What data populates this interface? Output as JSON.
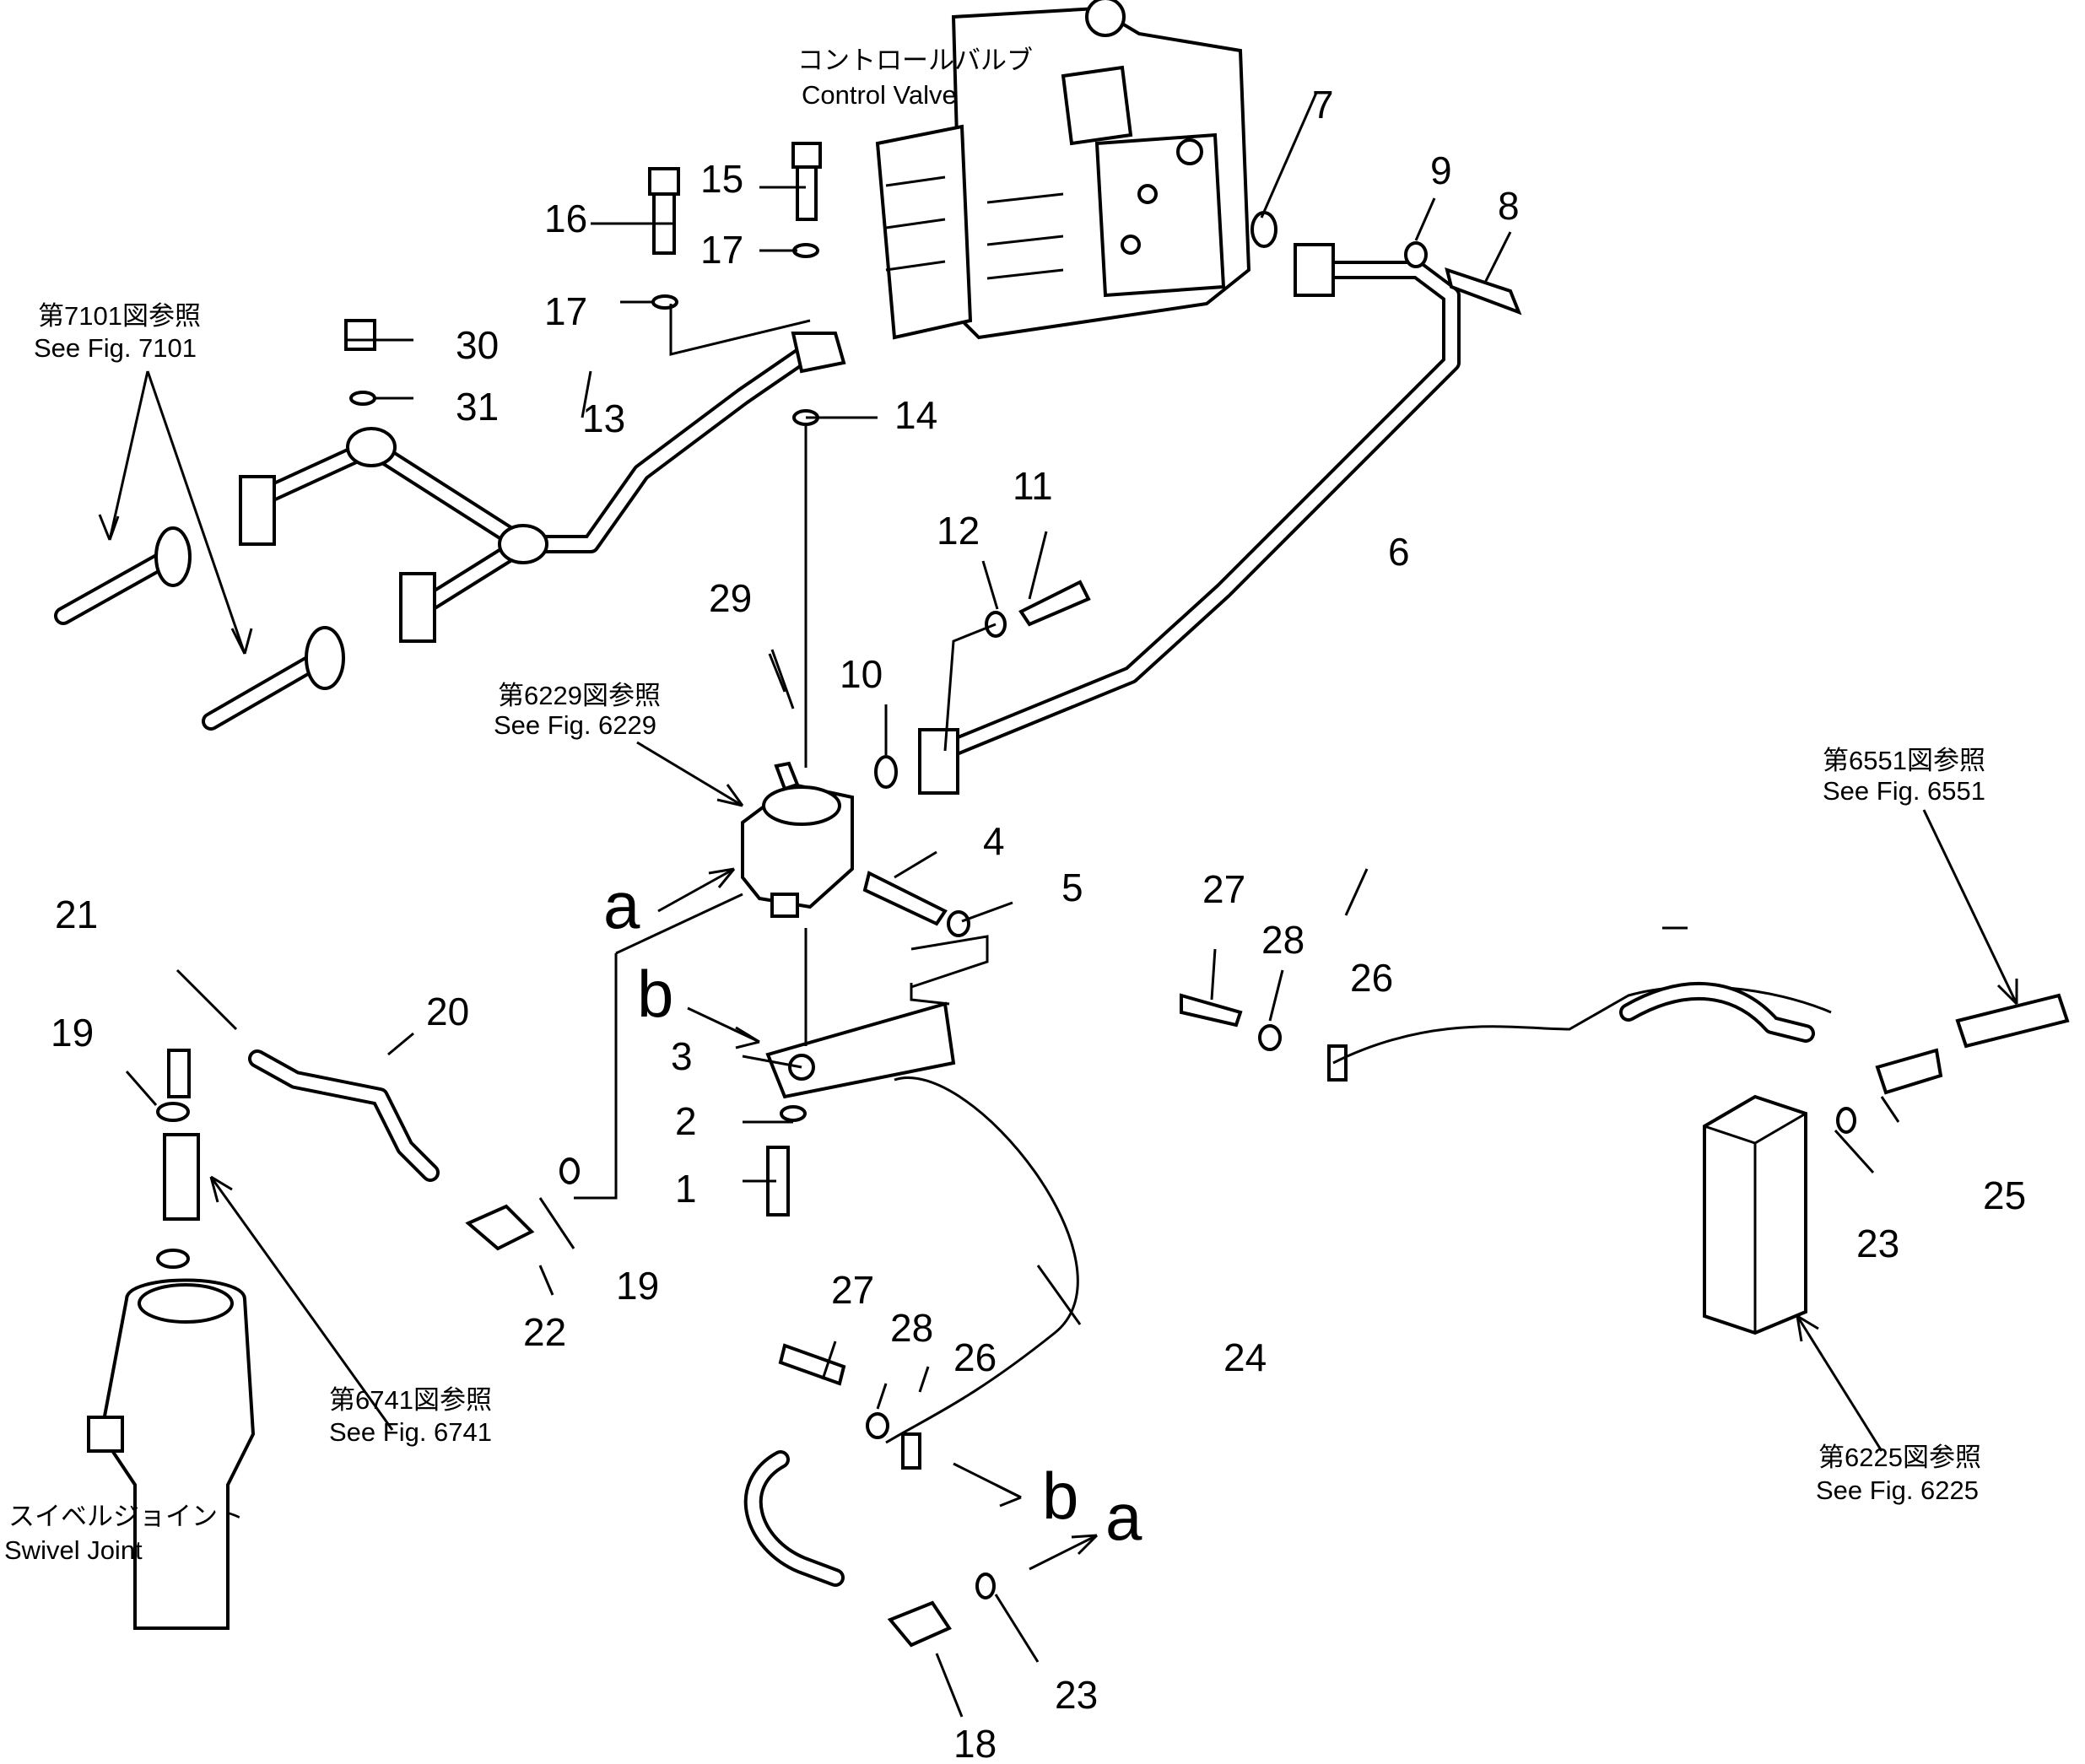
{
  "parts": {
    "p1": "1",
    "p2": "2",
    "p3": "3",
    "p4": "4",
    "p5": "5",
    "p6": "6",
    "p7": "7",
    "p8": "8",
    "p9": "9",
    "p10": "10",
    "p11": "11",
    "p12": "12",
    "p13": "13",
    "p14": "14",
    "p15": "15",
    "p16": "16",
    "p17a": "17",
    "p17b": "17",
    "p18": "18",
    "p19a": "19",
    "p19b": "19",
    "p20": "20",
    "p21": "21",
    "p22": "22",
    "p23a": "23",
    "p23b": "23",
    "p24": "24",
    "p25": "25",
    "p26a": "26",
    "p26b": "26",
    "p27a": "27",
    "p27b": "27",
    "p28a": "28",
    "p28b": "28",
    "p29": "29",
    "p30": "30",
    "p31": "31"
  },
  "markers": {
    "a1": "a",
    "b1": "b",
    "b2": "b",
    "a2": "a"
  },
  "references": {
    "control_valve": {
      "jp": "コントロールバルブ",
      "en": "Control Valve"
    },
    "fig7101": {
      "jp": "第7101図参照",
      "en": "See Fig. 7101"
    },
    "fig6229": {
      "jp": "第6229図参照",
      "en": "See Fig. 6229"
    },
    "fig6551": {
      "jp": "第6551図参照",
      "en": "See Fig. 6551"
    },
    "fig6741": {
      "jp": "第6741図参照",
      "en": "See Fig. 6741"
    },
    "fig6225": {
      "jp": "第6225図参照",
      "en": "See Fig. 6225"
    },
    "swivel": {
      "jp": "スイベルジョイント",
      "en": "Swivel Joint"
    }
  }
}
